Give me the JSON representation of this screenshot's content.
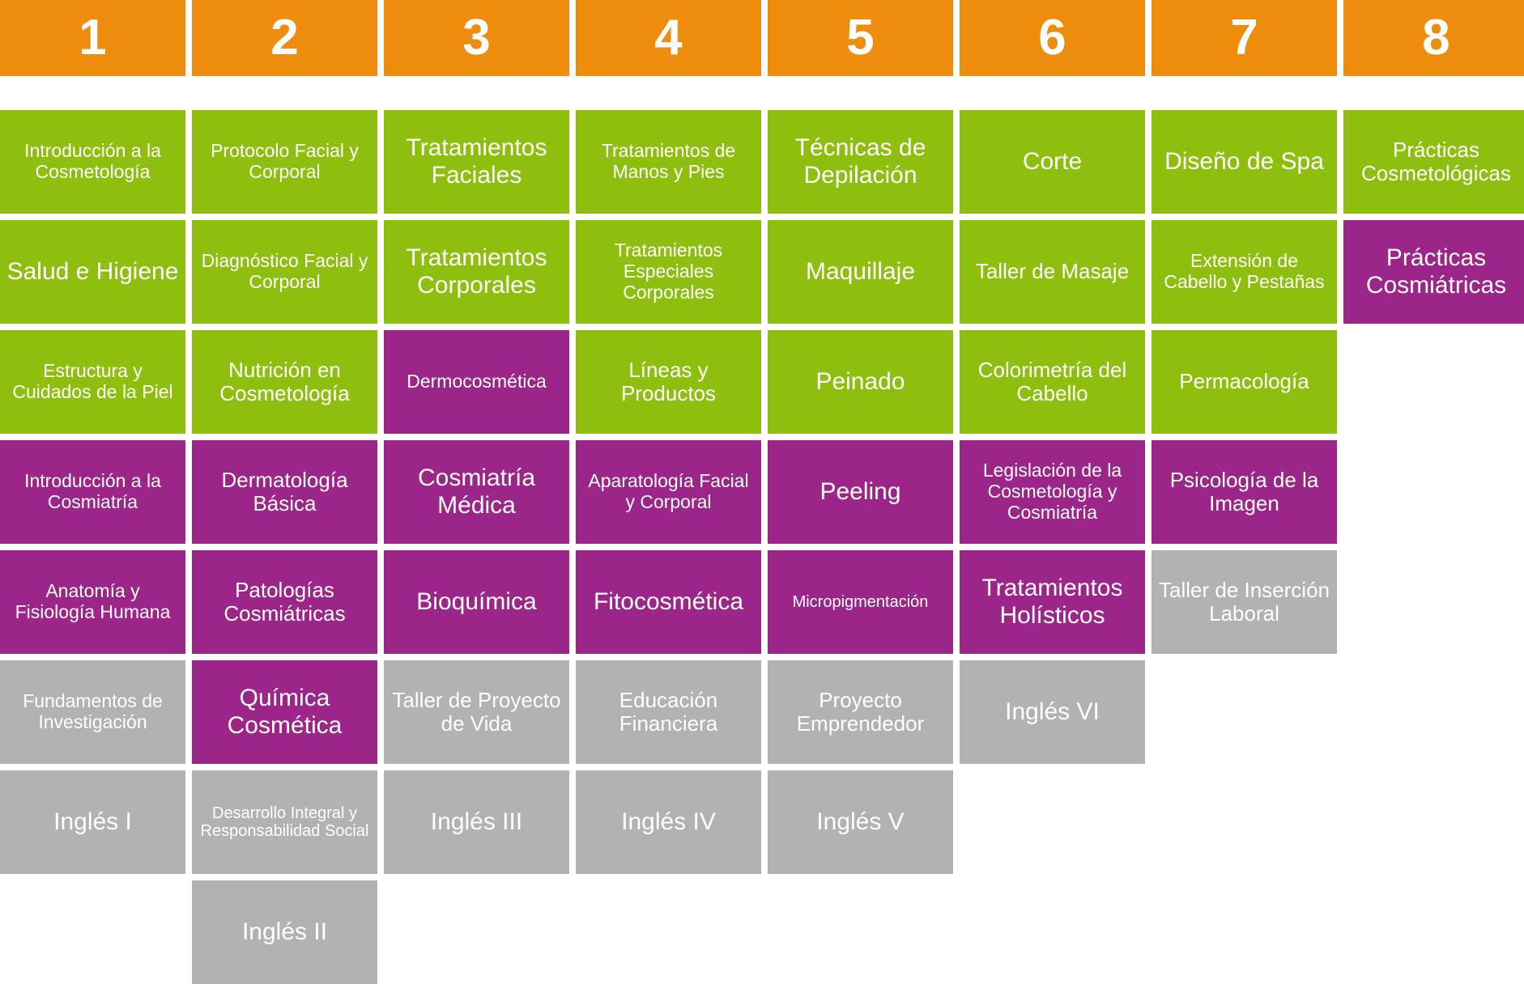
{
  "title": "Plan de Estudios - Cosmetología y Cosmiatría",
  "colors": {
    "term_header": "#ee8c0e",
    "cosmetologia_green": "#8fbf0e",
    "cosmiatria_purple": "#9c2589",
    "general_gray": "#b2b2b2",
    "text": "#ffffff",
    "background": "#ffffff"
  },
  "terms": [
    {
      "number": "1"
    },
    {
      "number": "2"
    },
    {
      "number": "3"
    },
    {
      "number": "4"
    },
    {
      "number": "5"
    },
    {
      "number": "6"
    },
    {
      "number": "7"
    },
    {
      "number": "8"
    }
  ],
  "columns": [
    {
      "term": "1",
      "courses": [
        {
          "label": "Introducción a la Cosmetología",
          "color": "green",
          "size": "sm"
        },
        {
          "label": "Salud e Higiene",
          "color": "green",
          "size": "lg"
        },
        {
          "label": "Estructura y Cuidados de la Piel",
          "color": "green",
          "size": "sm"
        },
        {
          "label": "Introducción a la Cosmiatría",
          "color": "purple",
          "size": "sm"
        },
        {
          "label": "Anatomía y Fisiología Humana",
          "color": "purple",
          "size": "sm"
        },
        {
          "label": "Fundamentos de Investigación",
          "color": "gray",
          "size": "sm"
        },
        {
          "label": "Inglés I",
          "color": "gray",
          "size": "lg"
        }
      ]
    },
    {
      "term": "2",
      "courses": [
        {
          "label": "Protocolo Facial y Corporal",
          "color": "green",
          "size": "sm"
        },
        {
          "label": "Diagnóstico Facial y Corporal",
          "color": "green",
          "size": "sm"
        },
        {
          "label": "Nutrición en Cosmetología",
          "color": "green",
          "size": "md"
        },
        {
          "label": "Dermatología Básica",
          "color": "purple",
          "size": "md"
        },
        {
          "label": "Patologías Cosmiátricas",
          "color": "purple",
          "size": "md"
        },
        {
          "label": "Química Cosmética",
          "color": "purple",
          "size": "lg"
        },
        {
          "label": "Desarrollo Integral y Responsabilidad Social",
          "color": "gray",
          "size": "xs"
        },
        {
          "label": "Inglés II",
          "color": "gray",
          "size": "lg"
        }
      ]
    },
    {
      "term": "3",
      "courses": [
        {
          "label": "Tratamientos Faciales",
          "color": "green",
          "size": "lg"
        },
        {
          "label": "Tratamientos Corporales",
          "color": "green",
          "size": "lg"
        },
        {
          "label": "Dermocosmética",
          "color": "purple",
          "size": "sm"
        },
        {
          "label": "Cosmiatría Médica",
          "color": "purple",
          "size": "lg"
        },
        {
          "label": "Bioquímica",
          "color": "purple",
          "size": "lg"
        },
        {
          "label": "Taller de Proyecto de Vida",
          "color": "gray",
          "size": "md"
        },
        {
          "label": "Inglés III",
          "color": "gray",
          "size": "lg"
        }
      ]
    },
    {
      "term": "4",
      "courses": [
        {
          "label": "Tratamientos de Manos y Pies",
          "color": "green",
          "size": "sm"
        },
        {
          "label": "Tratamientos Especiales Corporales",
          "color": "green",
          "size": "sm"
        },
        {
          "label": "Líneas y Productos",
          "color": "green",
          "size": "md"
        },
        {
          "label": "Aparatología Facial y Corporal",
          "color": "purple",
          "size": "sm"
        },
        {
          "label": "Fitocosmética",
          "color": "purple",
          "size": "lg"
        },
        {
          "label": "Educación Financiera",
          "color": "gray",
          "size": "md"
        },
        {
          "label": "Inglés IV",
          "color": "gray",
          "size": "lg"
        }
      ]
    },
    {
      "term": "5",
      "courses": [
        {
          "label": "Técnicas de Depilación",
          "color": "green",
          "size": "lg"
        },
        {
          "label": "Maquillaje",
          "color": "green",
          "size": "lg"
        },
        {
          "label": "Peinado",
          "color": "green",
          "size": "lg"
        },
        {
          "label": "Peeling",
          "color": "purple",
          "size": "lg"
        },
        {
          "label": "Micropigmentación",
          "color": "purple",
          "size": "xs"
        },
        {
          "label": "Proyecto Emprendedor",
          "color": "gray",
          "size": "md"
        },
        {
          "label": "Inglés V",
          "color": "gray",
          "size": "lg"
        }
      ]
    },
    {
      "term": "6",
      "courses": [
        {
          "label": "Corte",
          "color": "green",
          "size": "lg"
        },
        {
          "label": "Taller de Masaje",
          "color": "green",
          "size": "md"
        },
        {
          "label": "Colorimetría del Cabello",
          "color": "green",
          "size": "md"
        },
        {
          "label": "Legislación de la Cosmetología y Cosmiatría",
          "color": "purple",
          "size": "sm"
        },
        {
          "label": "Tratamientos Holísticos",
          "color": "purple",
          "size": "lg"
        },
        {
          "label": "Inglés VI",
          "color": "gray",
          "size": "lg"
        }
      ]
    },
    {
      "term": "7",
      "courses": [
        {
          "label": "Diseño de Spa",
          "color": "green",
          "size": "lg"
        },
        {
          "label": "Extensión de Cabello y Pestañas",
          "color": "green",
          "size": "sm"
        },
        {
          "label": "Permacología",
          "color": "green",
          "size": "md"
        },
        {
          "label": "Psicología de la Imagen",
          "color": "purple",
          "size": "md"
        },
        {
          "label": "Taller de Inserción Laboral",
          "color": "gray",
          "size": "md"
        }
      ]
    },
    {
      "term": "8",
      "courses": [
        {
          "label": "Prácticas Cosmetológicas",
          "color": "green",
          "size": "md"
        },
        {
          "label": "Prácticas Cosmiátricas",
          "color": "purple",
          "size": "lg"
        }
      ]
    }
  ]
}
